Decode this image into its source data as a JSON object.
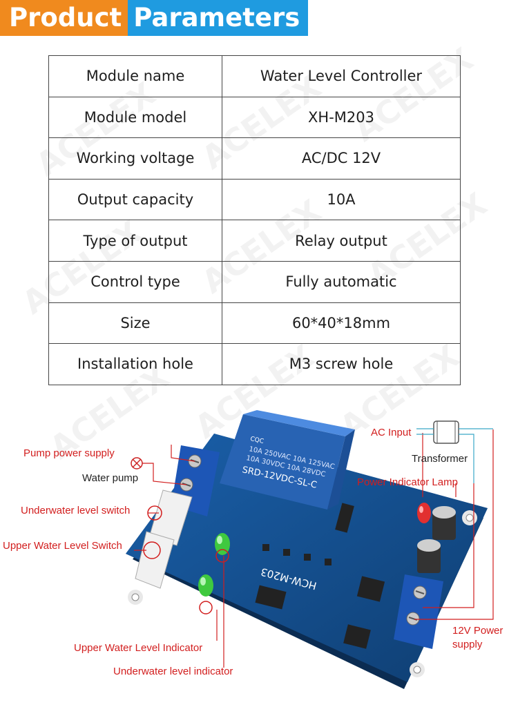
{
  "header": {
    "word1": "Product",
    "word2": "Parameters"
  },
  "watermark": "ACELEX",
  "params": [
    {
      "key": "Module name",
      "value": "Water Level Controller"
    },
    {
      "key": "Module model",
      "value": "XH-M203"
    },
    {
      "key": "Working voltage",
      "value": "AC/DC 12V"
    },
    {
      "key": "Output capacity",
      "value": "10A"
    },
    {
      "key": "Type of output",
      "value": "Relay output"
    },
    {
      "key": "Control type",
      "value": "Fully automatic"
    },
    {
      "key": "Size",
      "value": "60*40*18mm"
    },
    {
      "key": "Installation hole",
      "value": "M3 screw hole"
    }
  ],
  "labels": {
    "pump_power": "Pump power supply",
    "water_pump": "Water pump",
    "underwater_switch": "Underwater level switch",
    "upper_switch": "Upper Water Level Switch",
    "upper_indicator": "Upper Water Level Indicator",
    "underwater_indicator": "Underwater level indicator",
    "ac_input": "AC Input",
    "transformer": "Transformer",
    "power_lamp": "Power Indicator Lamp",
    "power_12v_line1": "12V Power",
    "power_12v_line2": "supply"
  },
  "board": {
    "relay_line1": "10A 250VAC  10A 125VAC",
    "relay_line2": "10A  30VDC  10A  28VDC",
    "relay_model": "SRD-12VDC-SL-C",
    "pcb_model": "HCW-M203",
    "relay_brand": "CQC"
  },
  "colors": {
    "orange": "#f08a1e",
    "blue": "#1f9be0",
    "label_red": "#d21e1e",
    "pcb": "#103f73",
    "relay": "#2f6fc4"
  }
}
